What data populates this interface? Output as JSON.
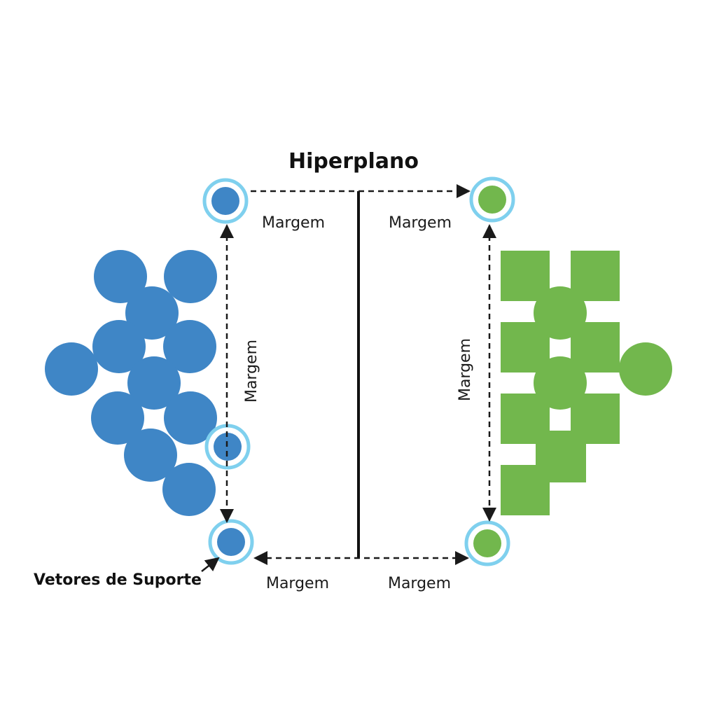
{
  "title": "Hiperplano",
  "labels": {
    "margin_top_left": "Margem",
    "margin_top_right": "Margem",
    "margin_vertical_left": "Margem",
    "margin_vertical_right": "Margem",
    "margin_bottom_left": "Margem",
    "margin_bottom_right": "Margem",
    "support_vectors": "Vetores de Suporte"
  },
  "colors": {
    "class_a": "#3f86c6",
    "class_b": "#72b74d",
    "support_ring": "#7fd0ee",
    "hyperplane": "#111111",
    "arrows": "#1a1a1a"
  },
  "icons": {
    "class_a_marker": "circle",
    "class_b_marker": "square"
  }
}
